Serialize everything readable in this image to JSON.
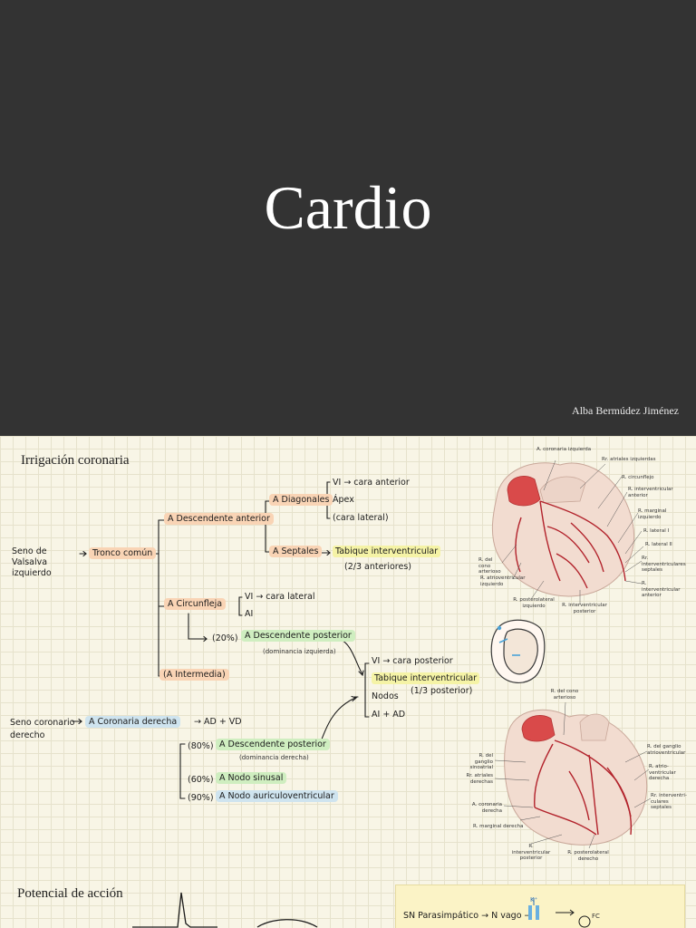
{
  "cover": {
    "title": "Cardio",
    "author": "Alba Bermúdez Jiménez"
  },
  "sections": {
    "irrigacion": "Irrigación coronaria",
    "potencial": "Potencial de acción"
  },
  "left_tree": {
    "root": "Seno de Valsalva izquierdo",
    "tronco": "Tronco común",
    "desc_anterior": "A Descendente anterior",
    "diagonales": "A Diagonales",
    "diag_items": [
      "VI → cara anterior",
      "Ápex",
      "(cara lateral)"
    ],
    "septales": "A Septales",
    "tabique": "Tabique interventricular",
    "tabique_note": "(2/3 anteriores)",
    "circunfleja": "A Circunfleja",
    "circ_items": [
      "VI → cara lateral",
      "AI"
    ],
    "pct20": "(20%) →",
    "desc_post_izq": "A Descendente posterior",
    "dom_izq": "(dominancia izquierda)",
    "intermedia": "(A Intermedia)"
  },
  "mid_list": {
    "items": [
      "VI → cara posterior",
      "Tabique interventricular",
      "Nodos",
      "AI + AD"
    ],
    "note": "(1/3 posterior)"
  },
  "right_tree": {
    "root": "Seno coronario derecho",
    "coronaria": "A Coronaria derecha",
    "ad_vd": "→ AD + VD",
    "pct80": "(80%) →",
    "desc_post_der": "A Descendente posterior",
    "dom_der": "(dominancia derecha)",
    "pct60": "(60%) →",
    "nodo_sinusal": "A Nodo sinusal",
    "pct90": "(90%) →",
    "nodo_av": "A Nodo auriculoventricular"
  },
  "heart_top_labels": [
    "A. coronaria izquierda",
    "Rr. atriales izquierdas",
    "R. circunflejo",
    "R. interventricular anterior",
    "R. marginal izquierdo",
    "R. lateral I",
    "R. lateral II",
    "Rr. interventriculares septales",
    "R. interventricular anterior",
    "R. del cono arterioso",
    "R. atrioventricular izquierdo",
    "R. posterolateral izquierdo",
    "R. interventricular posterior"
  ],
  "heart_bottom_labels": [
    "R. del cono arterioso",
    "R. del ganglio atrioventricular",
    "R. atrio-ventricular derecha",
    "Rr. interventri-culares septales",
    "R. del ganglio sinoatrial",
    "Rr. atriales derechas",
    "A. coronaria derecha",
    "R. marginal derecha",
    "R. interventricular posterior",
    "R. posterolateral derecho"
  ],
  "panel": {
    "text": "SN Parasimpático → N vago →",
    "ion": "K⁺",
    "fc": "FC"
  },
  "colors": {
    "cover_bg": "#333333",
    "paper": "#f8f5e6",
    "orange": "#f9d4b5",
    "green": "#cfeec0",
    "blue": "#cfe4ef",
    "yellow": "#f5f3a6",
    "artery": "#b2222b"
  }
}
